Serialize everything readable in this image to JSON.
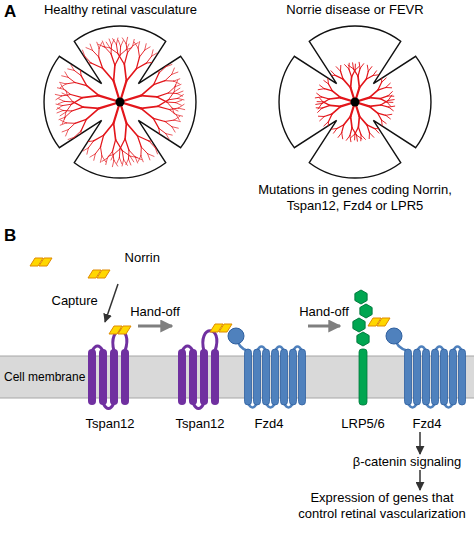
{
  "diagram": {
    "nodes": [
      {
        "text": [
          "Healthy retinal vasculature"
        ]
      },
      {
        "text": [
          "Norrie disease or FEVR",
          "Mutations in genes coding Norrin, Tspan12, Fzd4 or LPR5"
        ]
      },
      {
        "text": [
          "Norrin"
        ]
      },
      {
        "text": [
          "Tspan12"
        ]
      },
      {
        "text": [
          "Tspan12"
        ]
      },
      {
        "text": [
          "Fzd4"
        ]
      },
      {
        "text": [
          "LRP5/6"
        ]
      },
      {
        "text": [
          "Fzd4"
        ]
      },
      {
        "text": [
          "β-catenin signaling"
        ]
      },
      {
        "text": [
          "Expression of genes that control retinal vascularization"
        ]
      }
    ],
    "edges": [
      {
        "from": 2,
        "to": 3,
        "label": "Capture",
        "arrow": "to"
      },
      {
        "from": 3,
        "to": 4,
        "label": "Hand-off",
        "arrow": "to"
      },
      {
        "from": 5,
        "to": 6,
        "label": "Hand-off",
        "arrow": "to"
      },
      {
        "from": 7,
        "to": 8,
        "arrow": "to"
      },
      {
        "from": 8,
        "to": 9,
        "arrow": "to"
      }
    ],
    "labels": [
      "A",
      "B",
      "Cell membrane"
    ]
  }
}
